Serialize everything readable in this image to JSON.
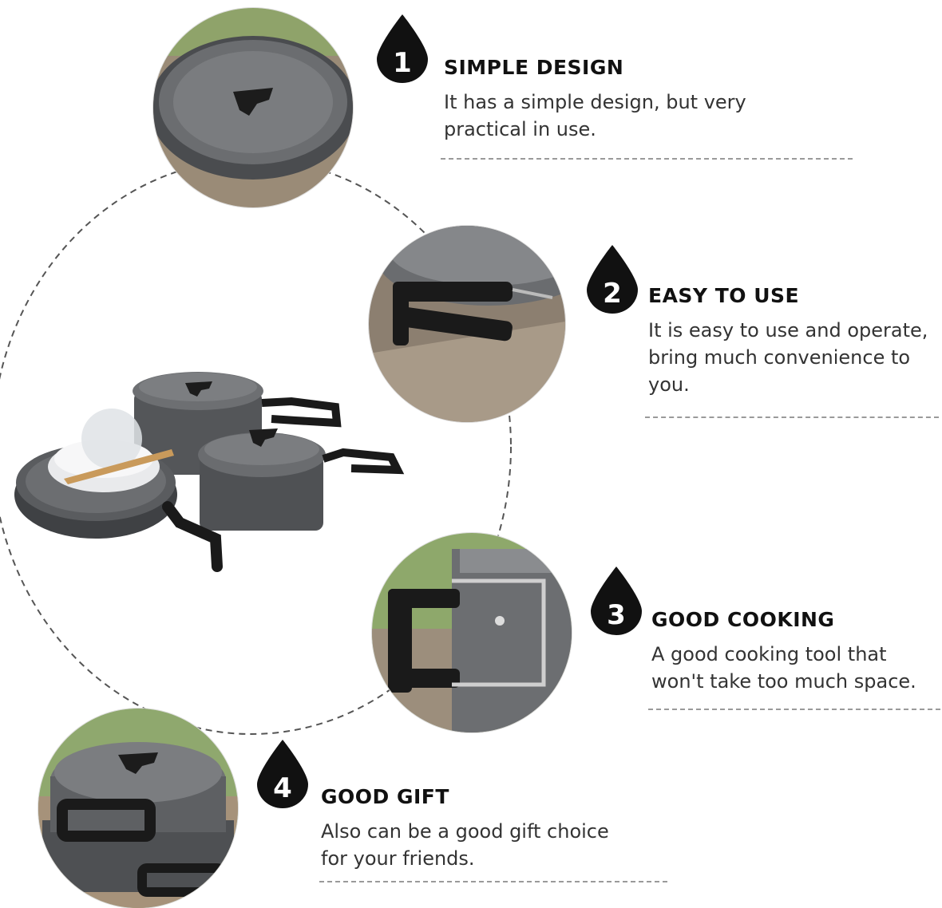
{
  "features": [
    {
      "number": "1",
      "title": "SIMPLE DESIGN",
      "description": "It has a simple design, but very practical in use."
    },
    {
      "number": "2",
      "title": "EASY TO USE",
      "description": "It is easy to use and operate, bring much convenience to you."
    },
    {
      "number": "3",
      "title": "GOOD COOKING",
      "description": "A good cooking tool that won't take too much space."
    },
    {
      "number": "4",
      "title": "GOOD GIFT",
      "description": "Also can be a good gift choice for your friends."
    }
  ],
  "colors": {
    "accent": "#111111",
    "pot": "#5b5d60",
    "background": "#ffffff"
  },
  "icons": [
    "water-drop-icon"
  ]
}
